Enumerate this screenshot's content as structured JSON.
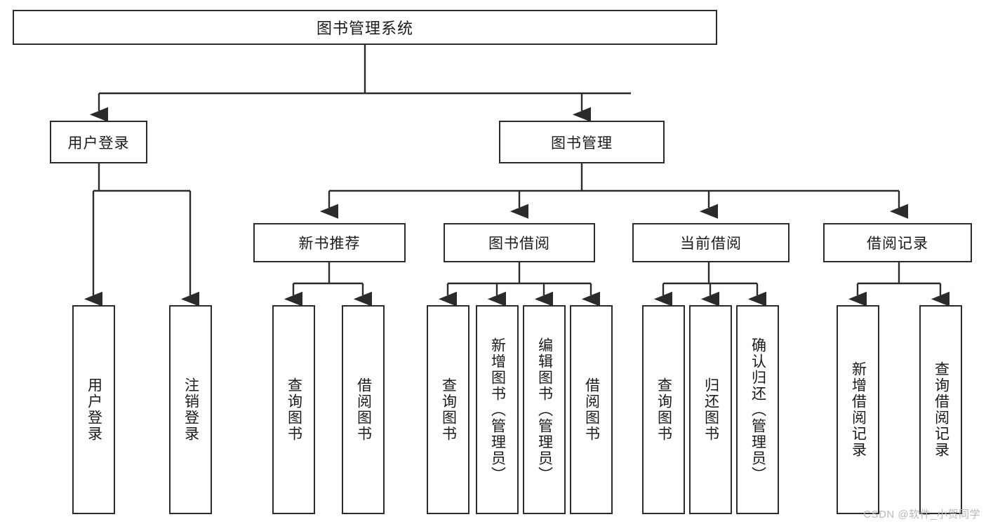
{
  "diagram": {
    "type": "tree",
    "orientation": "top-down",
    "title": "图书管理系统",
    "colors": {
      "box_border": "#2b2b2b",
      "box_fill": "#ffffff",
      "connector": "#333333",
      "text": "#1a1a1a",
      "watermark": "#b9b9b9",
      "background": "#ffffff"
    },
    "levels": {
      "root": "图书管理系统",
      "level2": [
        "用户登录",
        "图书管理"
      ],
      "level3": [
        "新书推荐",
        "图书借阅",
        "当前借阅",
        "借阅记录"
      ]
    },
    "nodes": {
      "root": {
        "label": "图书管理系统"
      },
      "user_login": {
        "label": "用户登录"
      },
      "book_manage": {
        "label": "图书管理"
      },
      "new_book_rec": {
        "label": "新书推荐"
      },
      "book_borrow": {
        "label": "图书借阅"
      },
      "current_borrow": {
        "label": "当前借阅"
      },
      "borrow_record": {
        "label": "借阅记录"
      },
      "leaf_user_login": {
        "label": "用户登录"
      },
      "leaf_user_logout": {
        "label": "注销登录"
      },
      "leaf_query_book_1": {
        "label": "查询图书"
      },
      "leaf_borrow_book_1": {
        "label": "借阅图书"
      },
      "leaf_query_book_2": {
        "label": "查询图书"
      },
      "leaf_add_book_admin": {
        "label": "新增图书（管理员）"
      },
      "leaf_edit_book_admin": {
        "label": "编辑图书（管理员）"
      },
      "leaf_borrow_book_2": {
        "label": "借阅图书"
      },
      "leaf_query_book_3": {
        "label": "查询图书"
      },
      "leaf_return_book": {
        "label": "归还图书"
      },
      "leaf_confirm_return_admin": {
        "label": "确认归还（管理员）"
      },
      "leaf_add_borrow_record": {
        "label": "新增借阅记录"
      },
      "leaf_query_borrow_record": {
        "label": "查询借阅记录"
      }
    },
    "edges": [
      {
        "from": "图书管理系统",
        "to": "用户登录"
      },
      {
        "from": "图书管理系统",
        "to": "图书管理"
      },
      {
        "from": "用户登录",
        "to": "用户登录"
      },
      {
        "from": "用户登录",
        "to": "注销登录"
      },
      {
        "from": "图书管理",
        "to": "新书推荐"
      },
      {
        "from": "图书管理",
        "to": "图书借阅"
      },
      {
        "from": "图书管理",
        "to": "当前借阅"
      },
      {
        "from": "图书管理",
        "to": "借阅记录"
      },
      {
        "from": "新书推荐",
        "to": "查询图书"
      },
      {
        "from": "新书推荐",
        "to": "借阅图书"
      },
      {
        "from": "图书借阅",
        "to": "查询图书"
      },
      {
        "from": "图书借阅",
        "to": "新增图书（管理员）"
      },
      {
        "from": "图书借阅",
        "to": "编辑图书（管理员）"
      },
      {
        "from": "图书借阅",
        "to": "借阅图书"
      },
      {
        "from": "当前借阅",
        "to": "查询图书"
      },
      {
        "from": "当前借阅",
        "to": "归还图书"
      },
      {
        "from": "当前借阅",
        "to": "确认归还（管理员）"
      },
      {
        "from": "借阅记录",
        "to": "新增借阅记录"
      },
      {
        "from": "借阅记录",
        "to": "查询借阅记录"
      }
    ]
  },
  "watermark": {
    "text": "CSDN @软件_小贺同学"
  }
}
